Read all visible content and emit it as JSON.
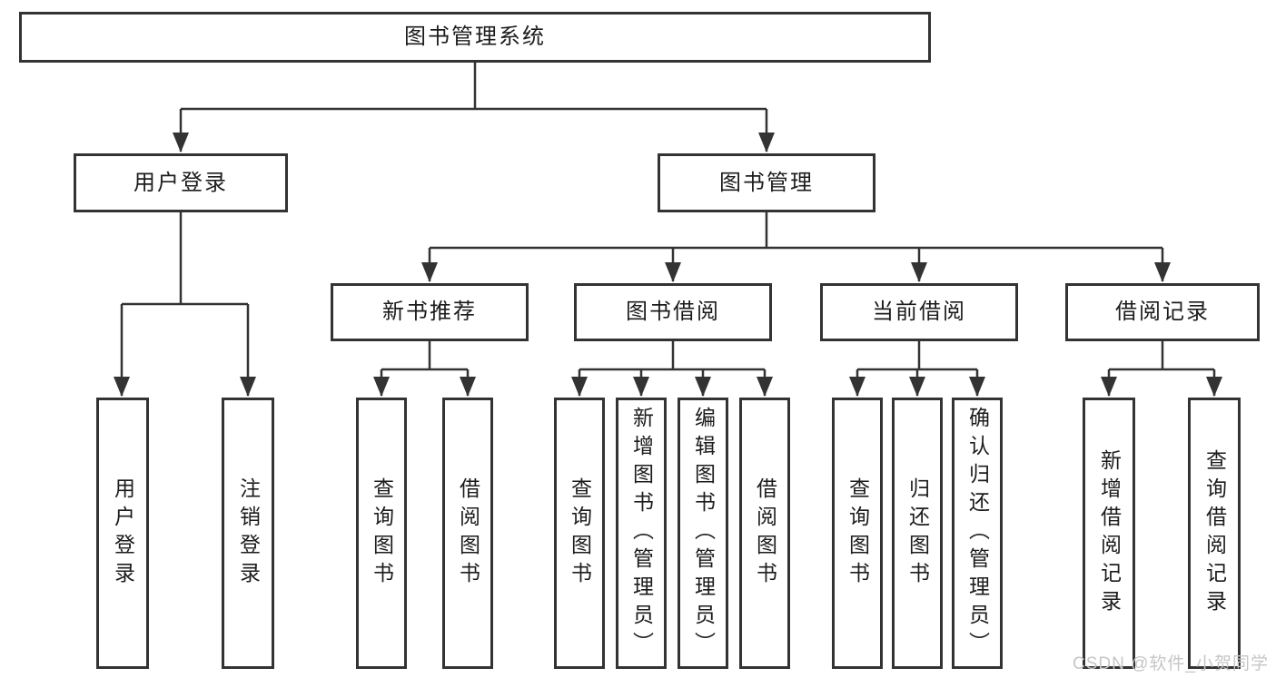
{
  "colors": {
    "line": "#333333",
    "text": "#1c1c1c",
    "background": "#ffffff",
    "watermark": "#c6c6c6"
  },
  "watermark": "CSDN @软件_小贺同学",
  "tree": {
    "root": "图书管理系统",
    "branches": [
      {
        "label": "用户登录",
        "leaves": [
          "用户登录",
          "注销登录"
        ]
      },
      {
        "label": "图书管理",
        "children": [
          {
            "label": "新书推荐",
            "leaves": [
              "查询图书",
              "借阅图书"
            ]
          },
          {
            "label": "图书借阅",
            "leaves": [
              "查询图书",
              "新增图书（管理员）",
              "编辑图书（管理员）",
              "借阅图书"
            ]
          },
          {
            "label": "当前借阅",
            "leaves": [
              "查询图书",
              "归还图书",
              "确认归还（管理员）"
            ]
          },
          {
            "label": "借阅记录",
            "leaves": [
              "新增借阅记录",
              "查询借阅记录"
            ]
          }
        ]
      }
    ]
  }
}
